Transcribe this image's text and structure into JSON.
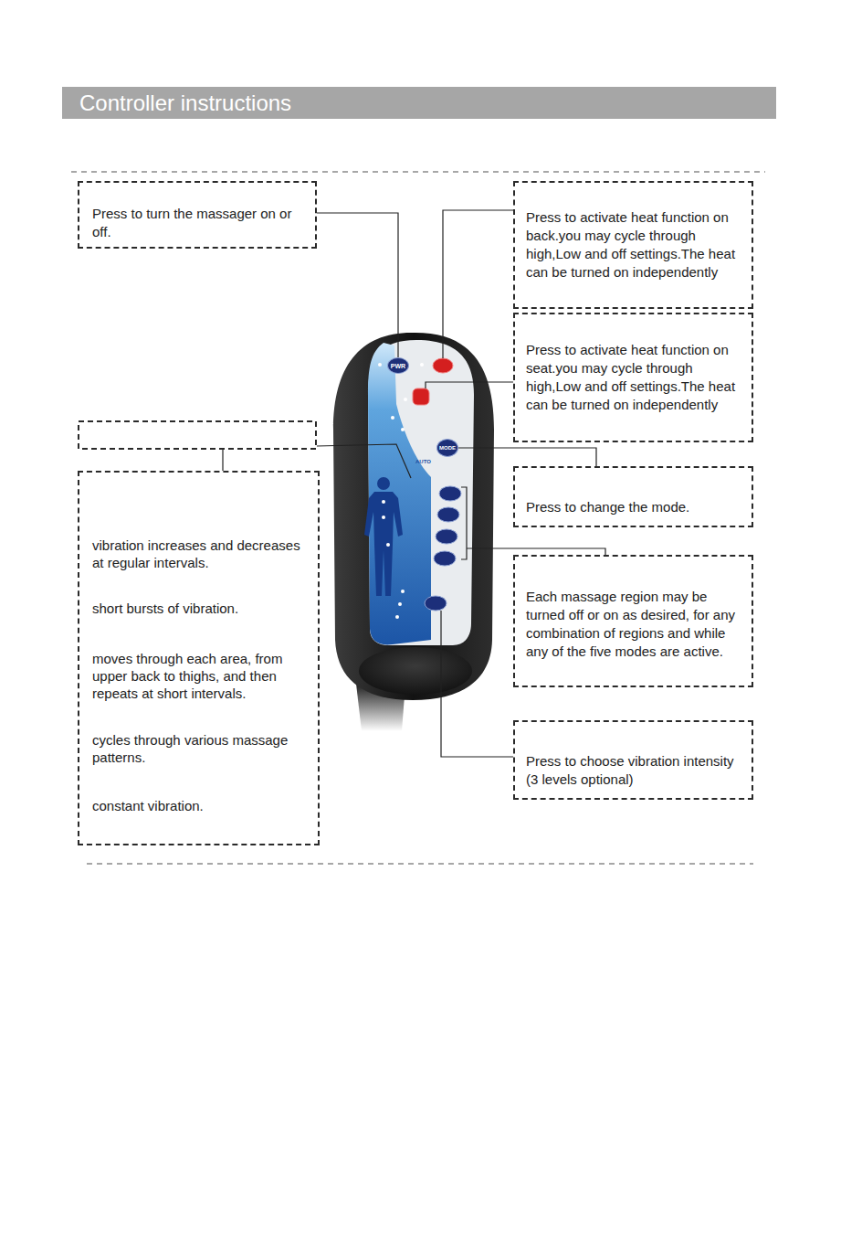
{
  "diagram": {
    "title": "Controller instructions",
    "nodes": [
      {
        "text": [
          "Press to turn the massager on or off."
        ]
      },
      {
        "text": [
          "Press to activate heat function on back.you may cycle through high,Low and off settings.The heat can be turned on independently"
        ]
      },
      {
        "text": [
          "PWR"
        ]
      },
      {
        "text": [
          "Press to activate heat function on seat.you may cycle through high,Low and off settings.The heat can be turned on independently"
        ]
      },
      {
        "text": [
          "MODE"
        ]
      },
      {
        "text": [
          "Press to change the mode."
        ]
      },
      {
        "text": [
          "vibration increases and decreases at regular intervals.",
          "short bursts of vibration.",
          "moves through each area, from upper back to thighs, and then repeats at short intervals.",
          "cycles through various massage patterns.",
          "constant vibration."
        ]
      },
      {
        "text": [
          "Each massage region may be turned off or on as desired, for any combination of regions and while any of the five modes are active."
        ]
      },
      {
        "text": [
          "Press to choose vibration intensity (3 levels optional)"
        ]
      }
    ],
    "edges": [
      {
        "from": 0,
        "to": 2,
        "arrow": "none"
      },
      {
        "from": 5,
        "to": 4,
        "arrow": "none"
      }
    ],
    "labels": [
      "AUTO"
    ]
  }
}
